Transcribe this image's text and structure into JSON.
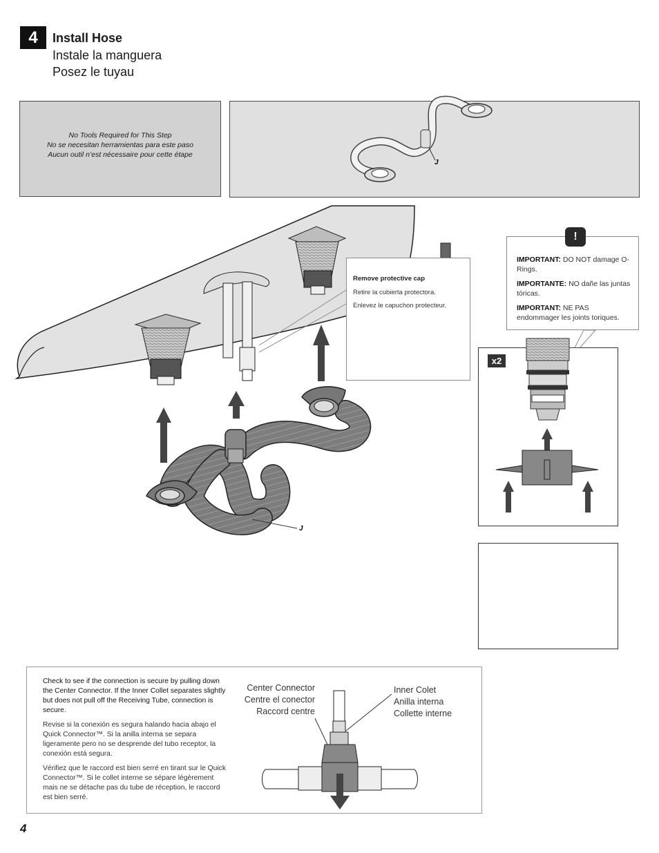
{
  "step": {
    "number": "4",
    "title_en": "Install Hose",
    "title_es": "Instale la manguera",
    "title_fr": "Posez le tuyau"
  },
  "tools_note": {
    "en": "No Tools Required for This Step",
    "es": "No se necesitan herramientas para este paso",
    "fr": "Aucun outil n’est nécessaire pour cette étape"
  },
  "part_label": "J",
  "remove_cap": {
    "en": "Remove protective cap",
    "es": "Retire la cubierta protectora.",
    "fr": "Enlevez le capuchon protecteur."
  },
  "important": {
    "icon": "!",
    "en_label": "IMPORTANT:",
    "en_text": "DO NOT damage O-Rings.",
    "es_label": "IMPORTANTE:",
    "es_text": "NO dañe las juntas tóricas.",
    "fr_label": "IMPORTANT:",
    "fr_text": "NE PAS endommager les joints toriques."
  },
  "multiplier": "x2",
  "check": {
    "en": "Check to see if the connection is secure by pulling down the Center Connector. If the Inner Collet separates slightly but does not pull off the Receiving Tube, connection is secure.",
    "es": "Revise si la conexión es segura halando hacia abajo el Quick Connector™. Si la anilla interna se separa ligeramente pero no se desprende del tubo receptor, la conexión está segura.",
    "fr": "Vérifiez que le raccord est bien serré en tirant sur le Quick Connector™. Si le collet interne se sépare légèrement mais ne se détache pas du tube de réception, le raccord est bien serré."
  },
  "callouts": {
    "center_en": "Center Connector",
    "center_es": "Centre el conector",
    "center_fr": "Raccord centre",
    "inner_en": "Inner Colet",
    "inner_es": "Anilla interna",
    "inner_fr": "Collette interne"
  },
  "page_number": "4"
}
